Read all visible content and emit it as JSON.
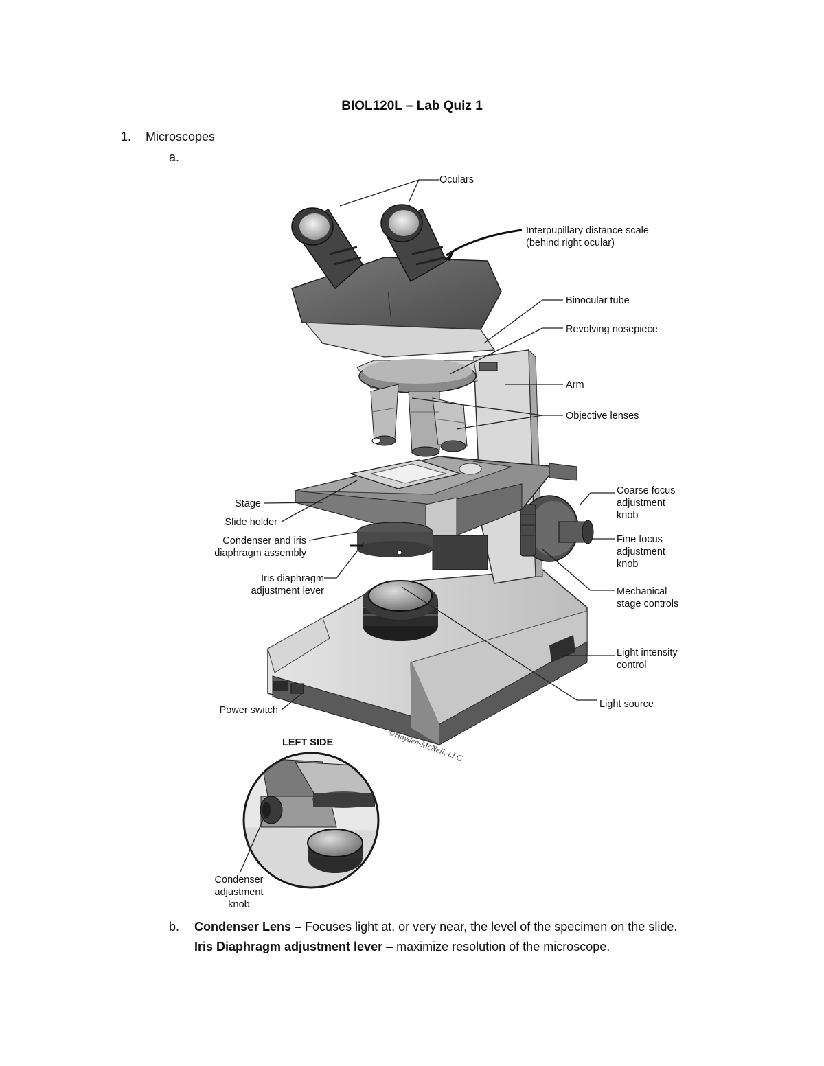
{
  "document": {
    "title": "BIOL120L – Lab Quiz 1",
    "question_number": "1.",
    "question_text": "Microscopes",
    "sub_a": "a.",
    "sub_b": "b.",
    "answer_1_term": "Condenser Lens",
    "answer_1_text": " – Focuses light at, or very near, the level of the specimen on the slide.",
    "answer_2_term": "Iris Diaphragm adjustment lever",
    "answer_2_text": " – maximize resolution of the microscope."
  },
  "figure": {
    "labels": {
      "oculars": "Oculars",
      "ipd_1": "Interpupillary distance scale",
      "ipd_2": "(behind right ocular)",
      "binocular_tube": "Binocular tube",
      "nosepiece": "Revolving nosepiece",
      "arm": "Arm",
      "objectives": "Objective lenses",
      "coarse_1": "Coarse focus",
      "coarse_2": "adjustment",
      "coarse_3": "knob",
      "fine_1": "Fine focus",
      "fine_2": "adjustment",
      "fine_3": "knob",
      "mech_1": "Mechanical",
      "mech_2": "stage controls",
      "light_int_1": "Light intensity",
      "light_int_2": "control",
      "light_source": "Light source",
      "stage": "Stage",
      "slide_holder": "Slide holder",
      "condenser_1": "Condenser and iris",
      "condenser_2": "diaphragm assembly",
      "iris_1": "Iris diaphragm",
      "iris_2": "adjustment lever",
      "power_switch": "Power switch",
      "left_side": "LEFT SIDE",
      "cond_knob_1": "Condenser",
      "cond_knob_2": "adjustment",
      "cond_knob_3": "knob",
      "copyright": "©Hayden-McNeil, LLC"
    }
  }
}
